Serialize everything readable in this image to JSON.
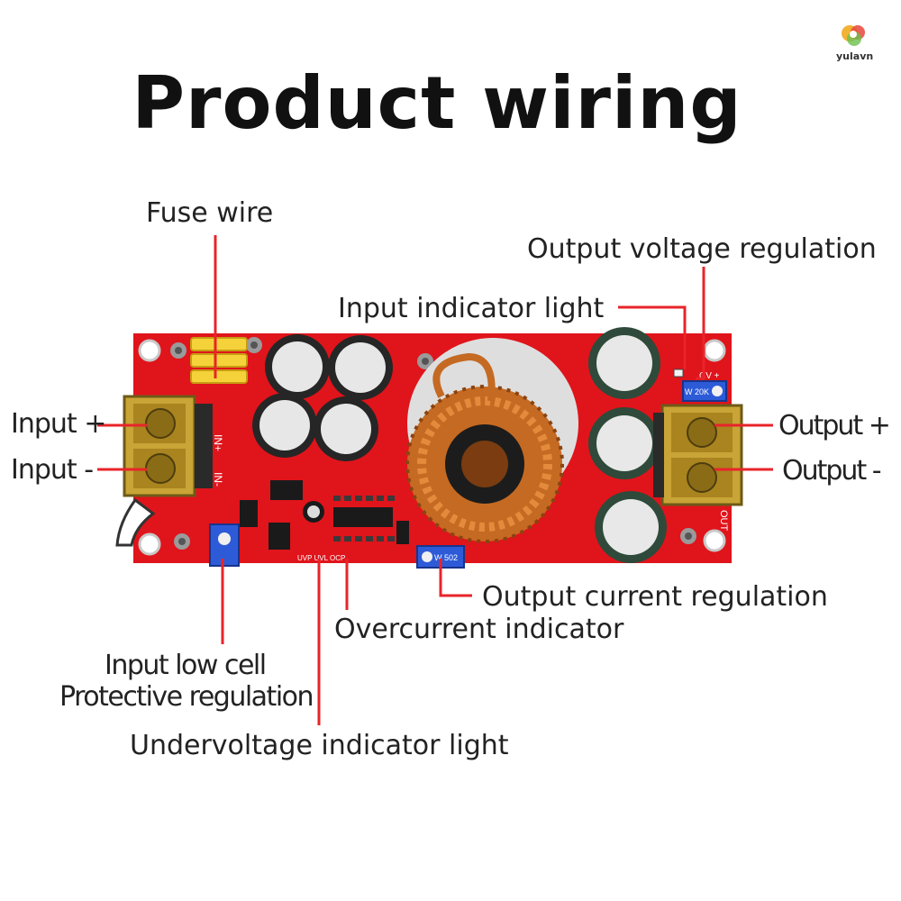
{
  "title": "Product wiring",
  "brand": {
    "name": "yulavn"
  },
  "labels": {
    "fuse_wire": "Fuse wire",
    "output_voltage_regulation": "Output voltage regulation",
    "input_indicator_light": "Input indicator light",
    "input_plus": "Input +",
    "input_minus": "Input -",
    "output_plus": "Output +",
    "output_minus": "Output -",
    "output_current_regulation": "Output current regulation",
    "overcurrent_indicator": "Overcurrent indicator",
    "input_low_cell_line1": "Input low cell",
    "input_low_cell_line2": "Protective regulation",
    "undervoltage_indicator_light": "Undervoltage indicator light"
  },
  "board_markings": {
    "in_plus": "IN+",
    "in_minus": "IN-",
    "out": "OUT",
    "pot_current": "W 502",
    "pot_voltage": "W 20K",
    "led_labels": "UVP  UVL  OCP",
    "cv": "CV +"
  },
  "colors": {
    "pcb": "#e0141b",
    "pointer_line": "#e8242a",
    "inductor_copper": "#c56a22",
    "pot_blue": "#2d5bd8",
    "terminal_amber": "#c9a436"
  }
}
